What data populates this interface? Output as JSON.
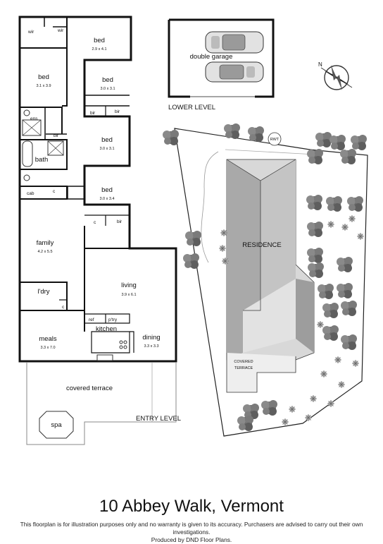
{
  "title": "10 Abbey Walk, Vermont",
  "disclaimer_line1": "This floorplan is for illustration purposes only and no warranty is given to its accuracy. Purchasers are advised to carry out their own investigations.",
  "disclaimer_line2": "Produced by DND Floor Plans.",
  "levels": {
    "lower": "LOWER LEVEL",
    "entry": "ENTRY LEVEL"
  },
  "garage": {
    "label": "double garage"
  },
  "site": {
    "residence": "RESIDENCE",
    "covered_terrace_line1": "COVERED",
    "covered_terrace_line2": "TERRACE",
    "rwt": "RWT"
  },
  "rooms": {
    "bed1": {
      "name": "bed",
      "size": "2.9 x 4.1"
    },
    "bed2": {
      "name": "bed",
      "size": "3.1 x 3.9"
    },
    "bed3": {
      "name": "bed",
      "size": "3.0 x 3.1"
    },
    "bed4": {
      "name": "bed",
      "size": "3.0 x 3.1"
    },
    "bed5": {
      "name": "bed",
      "size": "3.0 x 3.4"
    },
    "family": {
      "name": "family",
      "size": "4.2 x 5.5"
    },
    "living": {
      "name": "living",
      "size": "3.9 x 6.1"
    },
    "meals": {
      "name": "meals",
      "size": "3.3 x 7.0"
    },
    "dining": {
      "name": "dining",
      "size": "3.3 x 3.3"
    },
    "kitchen": {
      "name": "kitchen"
    },
    "bath": {
      "name": "bath"
    },
    "ens": {
      "name": "ens"
    },
    "ldry": {
      "name": "l'dry"
    },
    "cab": {
      "name": "cab"
    },
    "ref": {
      "name": "ref"
    },
    "ptry": {
      "name": "p'try"
    },
    "spa": {
      "name": "spa"
    },
    "covered_terrace": {
      "name": "covered terrace"
    }
  },
  "closets": {
    "wir": "wir",
    "bir": "bir",
    "c": "c"
  }
}
